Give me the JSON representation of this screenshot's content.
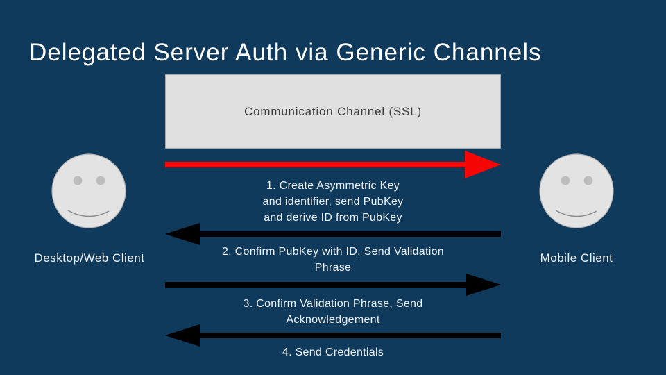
{
  "slide": {
    "title": "Delegated Server Auth via Generic Channels",
    "background_color": "#103a5c",
    "title_color": "#ffffff"
  },
  "channel_box": {
    "label": "Communication Channel (SSL)",
    "fill_color": "#e0e0e0",
    "text_color": "#3c3c3c"
  },
  "actors": {
    "left": {
      "label": "Desktop/Web Client",
      "icon": "smiley-face"
    },
    "right": {
      "label": "Mobile Client",
      "icon": "smiley-face"
    }
  },
  "arrow_colors": {
    "highlight": "#f60505",
    "default": "#000000"
  },
  "messages": [
    {
      "step": "1",
      "direction": "right",
      "arrow_color": "#f60505",
      "lines": [
        "1. Create Asymmetric Key",
        "and identifier, send PubKey",
        "and derive ID from PubKey"
      ]
    },
    {
      "step": "2",
      "direction": "left",
      "arrow_color": "#000000",
      "lines": [
        "2. Confirm PubKey with ID, Send Validation",
        "Phrase"
      ]
    },
    {
      "step": "3",
      "direction": "right",
      "arrow_color": "#000000",
      "lines": [
        "3. Confirm Validation Phrase, Send",
        "Acknowledgement"
      ]
    },
    {
      "step": "4",
      "direction": "left",
      "arrow_color": "#000000",
      "lines": [
        "4. Send Credentials"
      ]
    }
  ]
}
